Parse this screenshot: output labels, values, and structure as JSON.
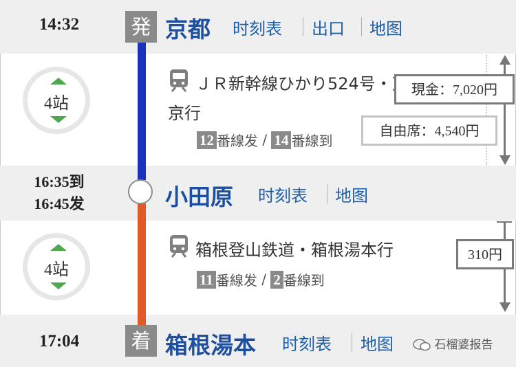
{
  "segments": [
    {
      "departure_time": "14:32",
      "departure_badge": "発",
      "departure_station": "京都",
      "departure_links": [
        "时刻表",
        "出口",
        "地图"
      ],
      "stops": "4站",
      "train_line_1": "ＪＲ新幹線ひかり524号・東",
      "train_line_2": "京行",
      "depart_platform": "12",
      "depart_platform_text": "番線发",
      "arrive_platform": "14",
      "arrive_platform_text": "番線到",
      "line_color": "#1a33b8",
      "fares": [
        {
          "label": "現金：",
          "amount": "7,020円"
        },
        {
          "label": "自由席：",
          "amount": "4,540円"
        }
      ]
    },
    {
      "transfer_arrive": "16:35到",
      "transfer_depart": "16:45发",
      "transfer_station": "小田原",
      "transfer_links": [
        "时刻表",
        "地图"
      ],
      "stops": "4站",
      "train_line_1": "箱根登山鉄道・箱根湯本行",
      "depart_platform": "11",
      "depart_platform_text": "番線发",
      "arrive_platform": "2",
      "arrive_platform_text": "番線到",
      "line_color": "#e05a28",
      "fare": "310円"
    }
  ],
  "arrival": {
    "time": "17:04",
    "badge": "着",
    "station": "箱根湯本",
    "links": [
      "时刻表",
      "地图"
    ]
  },
  "watermark": "石榴婆报告",
  "sep": "/",
  "icons": {
    "train": "train-icon",
    "up": "chevron-up-icon",
    "down": "chevron-down-icon"
  }
}
